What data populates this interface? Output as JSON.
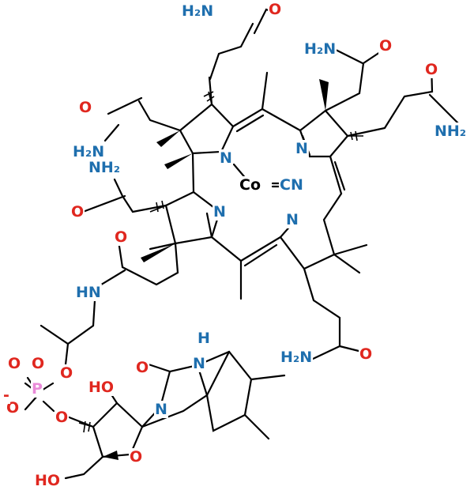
{
  "colors": {
    "N": "#1f6fae",
    "O": "#e0271f",
    "P": "#e98ad8",
    "Co": "#000000",
    "bond": "#000000"
  },
  "labels": {
    "nh2_1": "H₂N",
    "o_1": "O",
    "nh2_2": "H₂N",
    "o_2": "O",
    "o_3": "O",
    "nh2_3": "NH₂",
    "o_4": "O",
    "h2n_4": "H₂N",
    "nh2_5": "NH₂",
    "o_5": "O",
    "n_a": "N",
    "co": "Co",
    "cn": "CN",
    "n_b": "N",
    "n_c": "N",
    "n_d": "N",
    "o_6": "O",
    "hn_7": "HN",
    "h2n_8": "H₂N",
    "o_8": "O",
    "h_9": "H",
    "n_9": "N",
    "o_9": "O",
    "n_10": "N",
    "ho_11": "HO",
    "o_12": "O",
    "o_13": "O",
    "o_14": "O",
    "o_15": "O",
    "p": "P",
    "o_16": "O",
    "charge": "-",
    "ho_17": "HO"
  }
}
